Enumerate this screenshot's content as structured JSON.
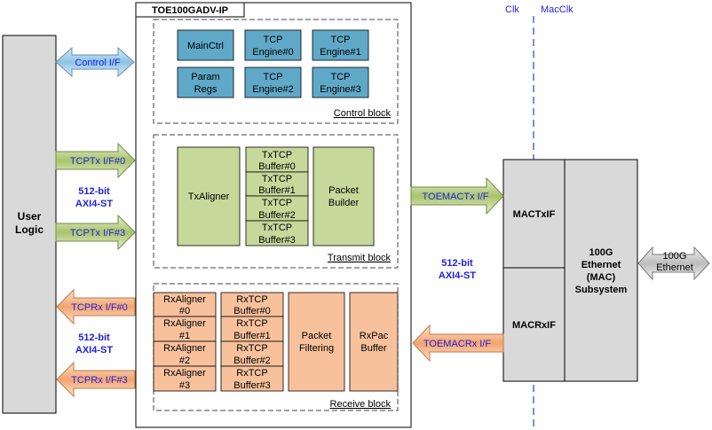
{
  "ip": {
    "title": "TOE100GADV-IP"
  },
  "clock": {
    "left": "Clk",
    "right": "MacClk"
  },
  "user_logic": {
    "line1": "User",
    "line2": "Logic"
  },
  "interfaces": {
    "control": "Control I/F",
    "tcptx0": "TCPTx I/F#0",
    "tcptx3": "TCPTx I/F#3",
    "tcprx0": "TCPRx I/F#0",
    "tcprx3": "TCPRx I/F#3",
    "toemactx": "TOEMACTx I/F",
    "toemacrx": "TOEMACRx I/F",
    "eth_line1": "100G",
    "eth_line2": "Ethernet"
  },
  "bus": {
    "tx_line1": "512-bit",
    "tx_line2": "AXI4-ST",
    "rx_line1": "512-bit",
    "rx_line2": "AXI4-ST",
    "mac_line1": "512-bit",
    "mac_line2": "AXI4-ST"
  },
  "control_block": {
    "label": "Control block",
    "mainctrl": "MainCtrl",
    "param_line1": "Param",
    "param_line2": "Regs",
    "eng0_line1": "TCP",
    "eng0_line2": "Engine#0",
    "eng1_line1": "TCP",
    "eng1_line2": "Engine#1",
    "eng2_line1": "TCP",
    "eng2_line2": "Engine#2",
    "eng3_line1": "TCP",
    "eng3_line2": "Engine#3"
  },
  "transmit_block": {
    "label": "Transmit block",
    "txaligner": "TxAligner",
    "buf0_line1": "TxTCP",
    "buf0_line2": "Buffer#0",
    "buf1_line1": "TxTCP",
    "buf1_line2": "Buffer#1",
    "buf2_line1": "TxTCP",
    "buf2_line2": "Buffer#2",
    "buf3_line1": "TxTCP",
    "buf3_line2": "Buffer#3",
    "builder_line1": "Packet",
    "builder_line2": "Builder"
  },
  "receive_block": {
    "label": "Receive block",
    "ra0_line1": "RxAligner",
    "ra0_line2": "#0",
    "ra1_line1": "RxAligner",
    "ra1_line2": "#1",
    "ra2_line1": "RxAligner",
    "ra2_line2": "#2",
    "ra3_line1": "RxAligner",
    "ra3_line2": "#3",
    "rb0_line1": "RxTCP",
    "rb0_line2": "Buffer#0",
    "rb1_line1": "RxTCP",
    "rb1_line2": "Buffer#1",
    "rb2_line1": "RxTCP",
    "rb2_line2": "Buffer#2",
    "rb3_line1": "RxTCP",
    "rb3_line2": "Buffer#3",
    "filter_line1": "Packet",
    "filter_line2": "Filtering",
    "rxpac_line1": "RxPac",
    "rxpac_line2": "Buffer"
  },
  "mac": {
    "tx": "MACTxIF",
    "rx": "MACRxIF",
    "sub_line1": "100G",
    "sub_line2": "Ethernet",
    "sub_line3": "(MAC)",
    "sub_line4": "Subsystem"
  },
  "colors": {
    "blue_box": "#5fa8c8",
    "green_box": "#c6d89a",
    "orange_box": "#f7c19c",
    "gray_box": "#d9d9d9",
    "label_blue": "#1f1fe0",
    "clock_line": "#3b4fe0"
  }
}
